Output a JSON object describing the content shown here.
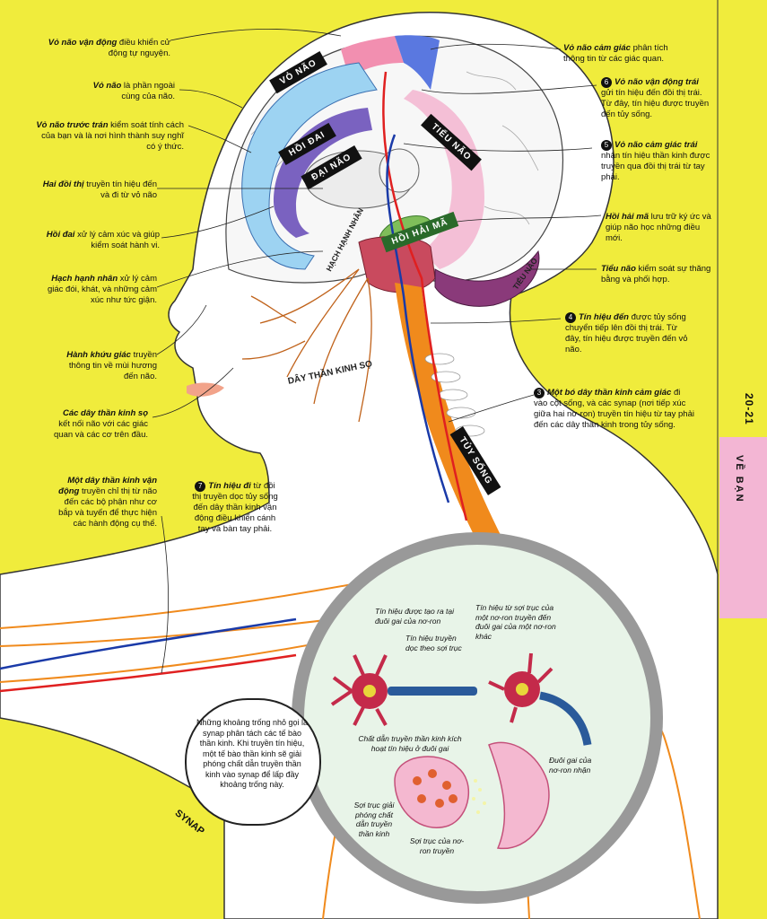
{
  "labels": {
    "vo_nao": "VỎ NÃO",
    "hoi_dai": "HỒI ĐAI",
    "dai_nao": "ĐẠI NÃO",
    "tieu_nao_inner": "TIỂU NÃO",
    "tieu_nao_outer": "TIỂU NÃO",
    "hoi_hai_ma": "HỒI HẢI MÃ",
    "hach_hanh_nhan": "HẠCH HẠNH NHÂN",
    "day_than_kinh_so": "DÂY THẦN KINH SỌ",
    "tuy_song": "TỦY SỐNG",
    "synap": "SYNAP"
  },
  "left_annotations": [
    {
      "bold": "Vỏ não vận động",
      "text": " điều khiển cử động tự nguyện."
    },
    {
      "bold": "Vỏ não",
      "text": " là phần ngoài cùng của não."
    },
    {
      "bold": "Vỏ não trước trán",
      "text": " kiểm soát tính cách của bạn và là nơi hình thành suy nghĩ có ý thức."
    },
    {
      "bold": "Hai đồi thị",
      "text": " truyền tín hiệu đến và đi từ vỏ não"
    },
    {
      "bold": "Hồi đai",
      "text": " xử lý cảm xúc và giúp kiểm soát hành vi."
    },
    {
      "bold": "Hạch hạnh nhân",
      "text": " xử lý cảm giác đói, khát, và những cảm xúc như tức giận."
    },
    {
      "bold": "Hành khứu giác",
      "text": " truyền thông tin về mùi hương đến não."
    },
    {
      "bold": "Các dây thần kinh sọ",
      "text": " kết nối não với các giác quan và các cơ trên đầu."
    },
    {
      "bold": "Một dây thần kinh vận động",
      "text": " truyền chỉ thị từ não đến các bộ phận như cơ bắp và tuyến để thực hiện các hành động cụ thể."
    }
  ],
  "right_annotations": [
    {
      "num": "",
      "bold": "Vỏ não cảm giác",
      "text": " phân tích thông tin từ các giác quan."
    },
    {
      "num": "6",
      "bold": "Vỏ não vận động trái",
      "text": " gửi tín hiệu đến đồi thị trái. Từ đây, tín hiệu được truyền đến tủy sống."
    },
    {
      "num": "5",
      "bold": "Vỏ não cảm giác trái",
      "text": " nhận tín hiệu thần kinh được truyền qua đồi thị trái từ tay phải."
    },
    {
      "num": "",
      "bold": "Hồi hải mã",
      "text": " lưu trữ ký ức và giúp não học những điều mới."
    },
    {
      "num": "",
      "bold": "Tiểu não",
      "text": " kiểm soát sự thăng bằng và phối hợp."
    },
    {
      "num": "4",
      "bold": "Tín hiệu đến",
      "text": " được tủy sống chuyển tiếp lên đồi thị trái. Từ đây, tín hiệu được truyền đến vỏ não."
    },
    {
      "num": "3",
      "bold": "Một bó dây thần kinh cảm giác",
      "text": " đi vào cột sống, và các synap (nơi tiếp xúc giữa hai nơ-ron) truyền tín hiệu từ tay phải đến các dây thần kinh trong tủy sống."
    }
  ],
  "mid_annotation": {
    "num": "7",
    "bold": "Tín hiệu đi",
    "text": " từ đồi thị truyền dọc tủy sống đến dây thần kinh vận động điều khiển cánh tay và bàn tay phải."
  },
  "inset": {
    "t1": "Tín hiệu được tạo ra tại đuôi gai của nơ-ron",
    "t2": "Tín hiệu truyền dọc theo sợi trục",
    "t3": "Tín hiệu từ sợi trục của một nơ-ron truyền đến đuôi gai của một nơ-ron khác",
    "t4": "Chất dẫn truyền thần kinh kích hoạt tín hiệu ở đuôi gai",
    "t5": "Đuôi gai của nơ-ron nhận",
    "t6": "Sợi trục giải phóng chất dẫn truyền thần kinh",
    "t7": "Sợi trục của nơ-ron truyền"
  },
  "bubble_text": "Những khoảng trống nhỏ gọi là synap phân tách các tế bào thần kinh. Khi truyền tín hiệu, một tế bào thần kinh sẽ giải phóng chất dẫn truyền thần kinh vào synap để lấp đầy khoảng trống này.",
  "page_number": "20-21",
  "side_tab": "VỀ BẠN",
  "colors": {
    "background": "#f0ec3c",
    "tab": "#f3b6d4",
    "nerve": "#f08a1c",
    "signal_red": "#e02020",
    "signal_blue": "#1a3aa8"
  }
}
